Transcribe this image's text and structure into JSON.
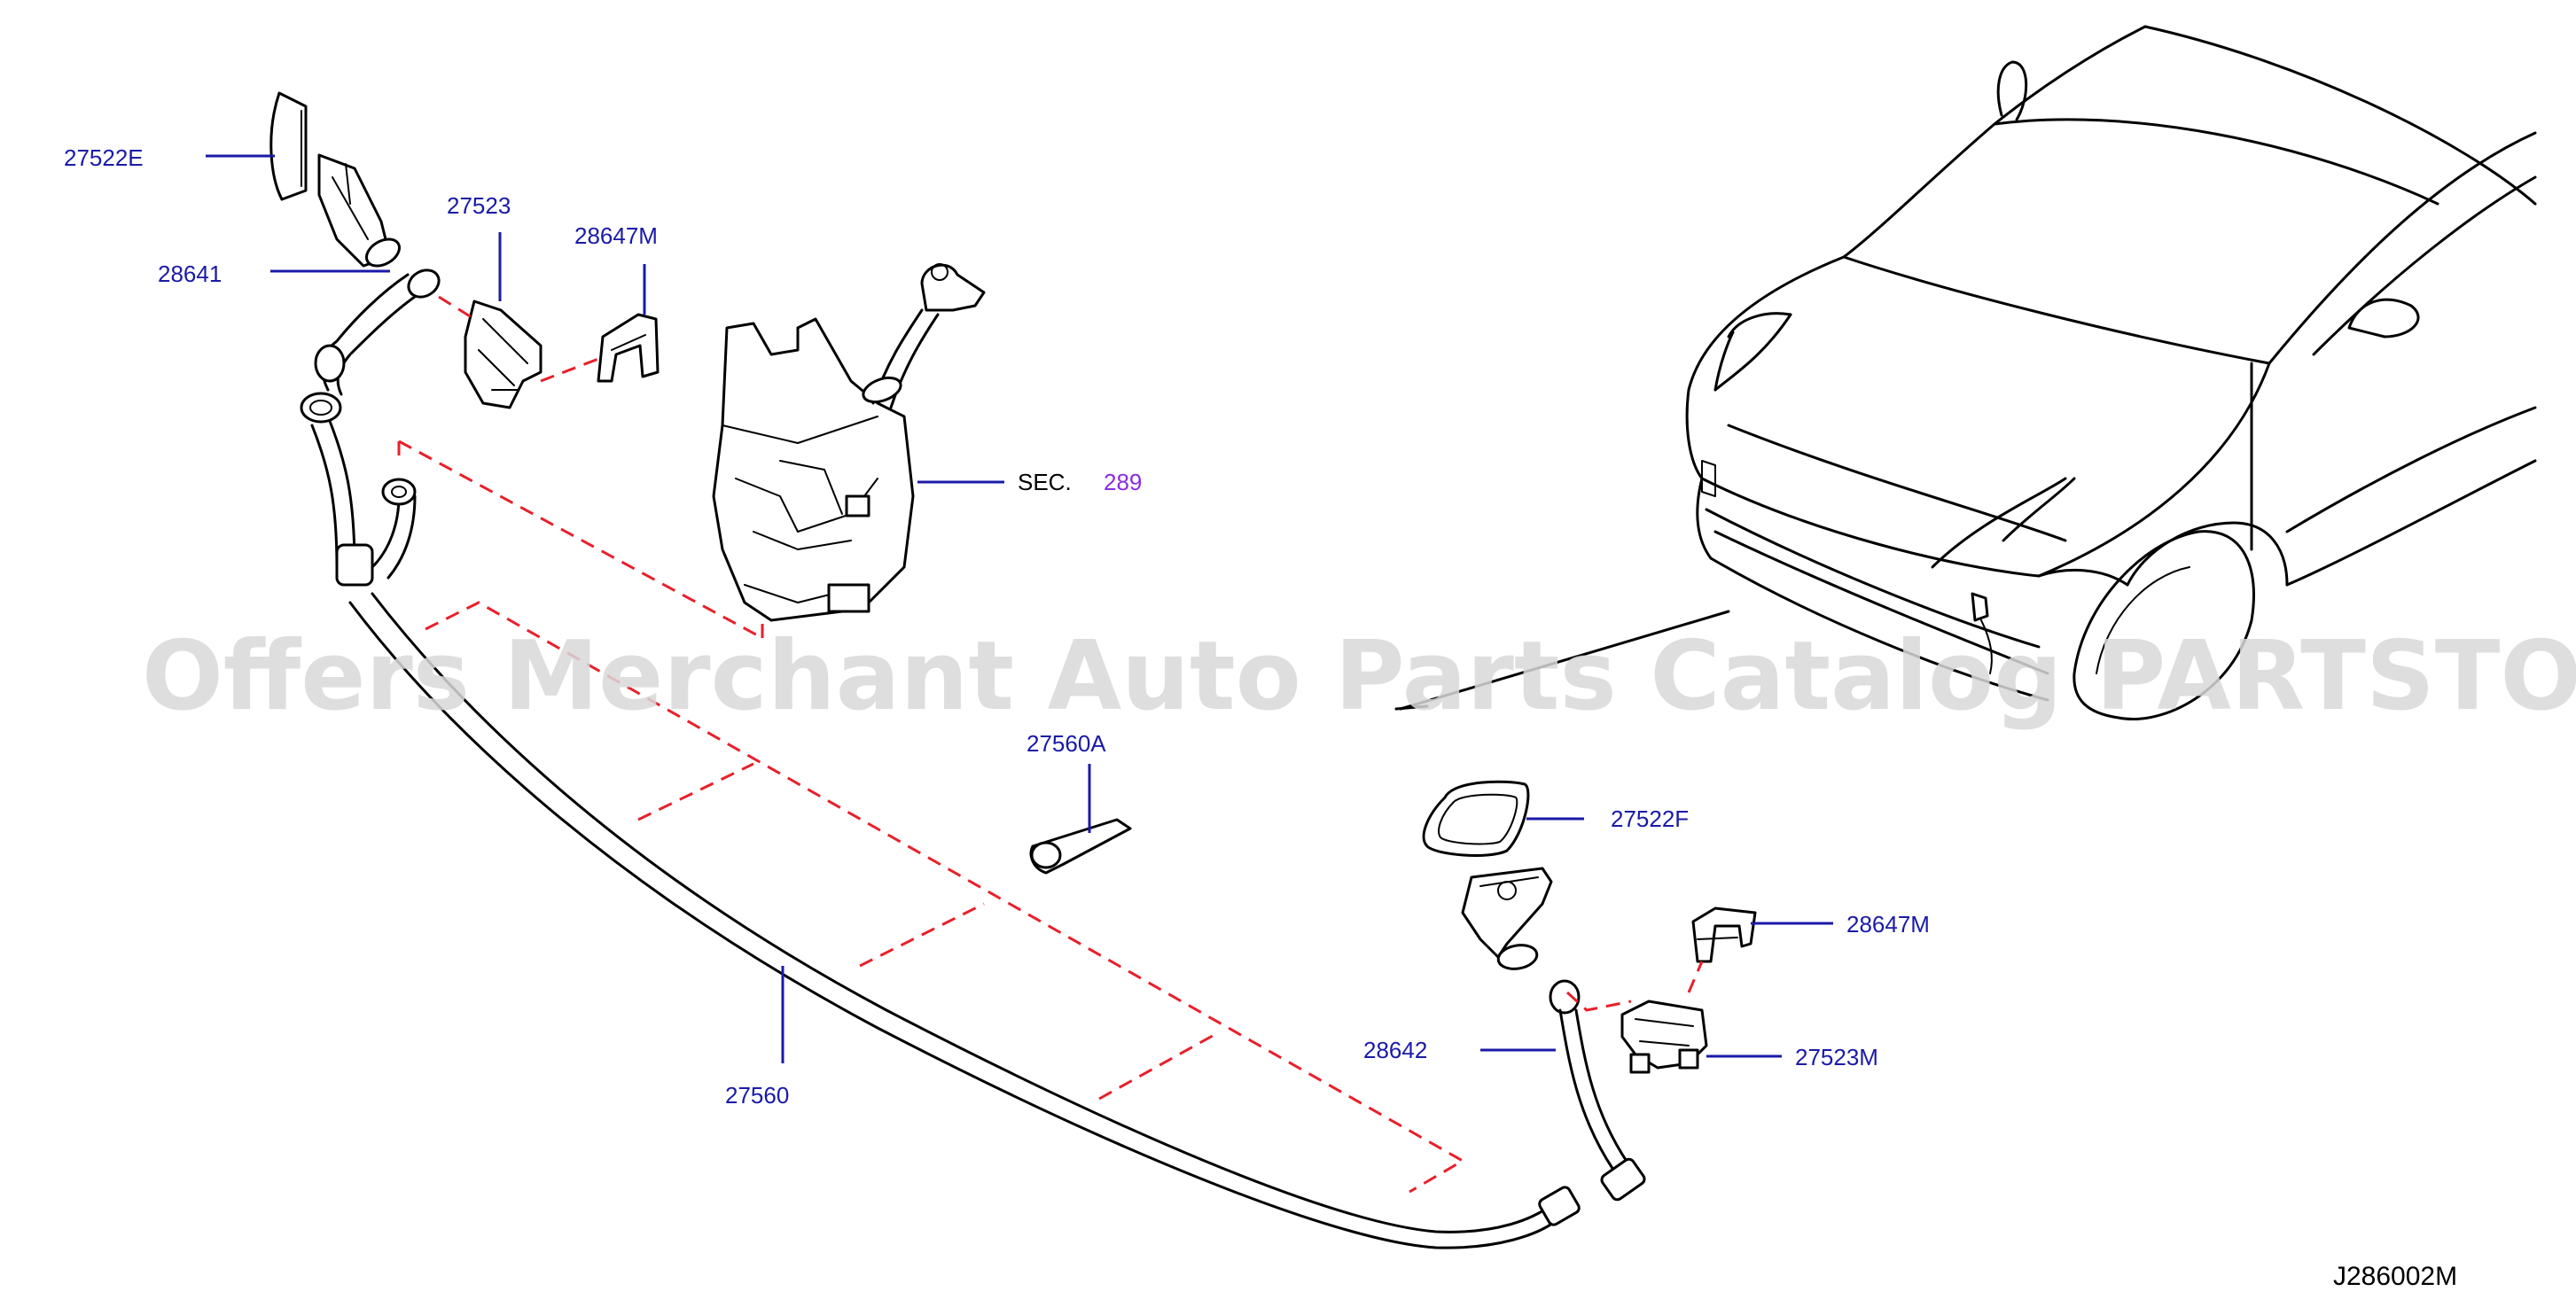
{
  "labels": {
    "p27522E": "27522E",
    "p28641": "28641",
    "p27523": "27523",
    "p28647M_top": "28647M",
    "sec_prefix": "SEC.",
    "sec_number": "289",
    "p27560A": "27560A",
    "p27522F": "27522F",
    "p28647M_right": "28647M",
    "p28642": "28642",
    "p27523M": "27523M",
    "p27560": "27560"
  },
  "watermark": "Offers Merchant Auto Parts Catalog PARTSTORE.SA",
  "diagram_id": "J286002M",
  "colors": {
    "part_label": "#1a1aa8",
    "section_ref": "#8a2be2",
    "dashed_guides": "#e8202a",
    "watermark": "#d9d9d9"
  }
}
